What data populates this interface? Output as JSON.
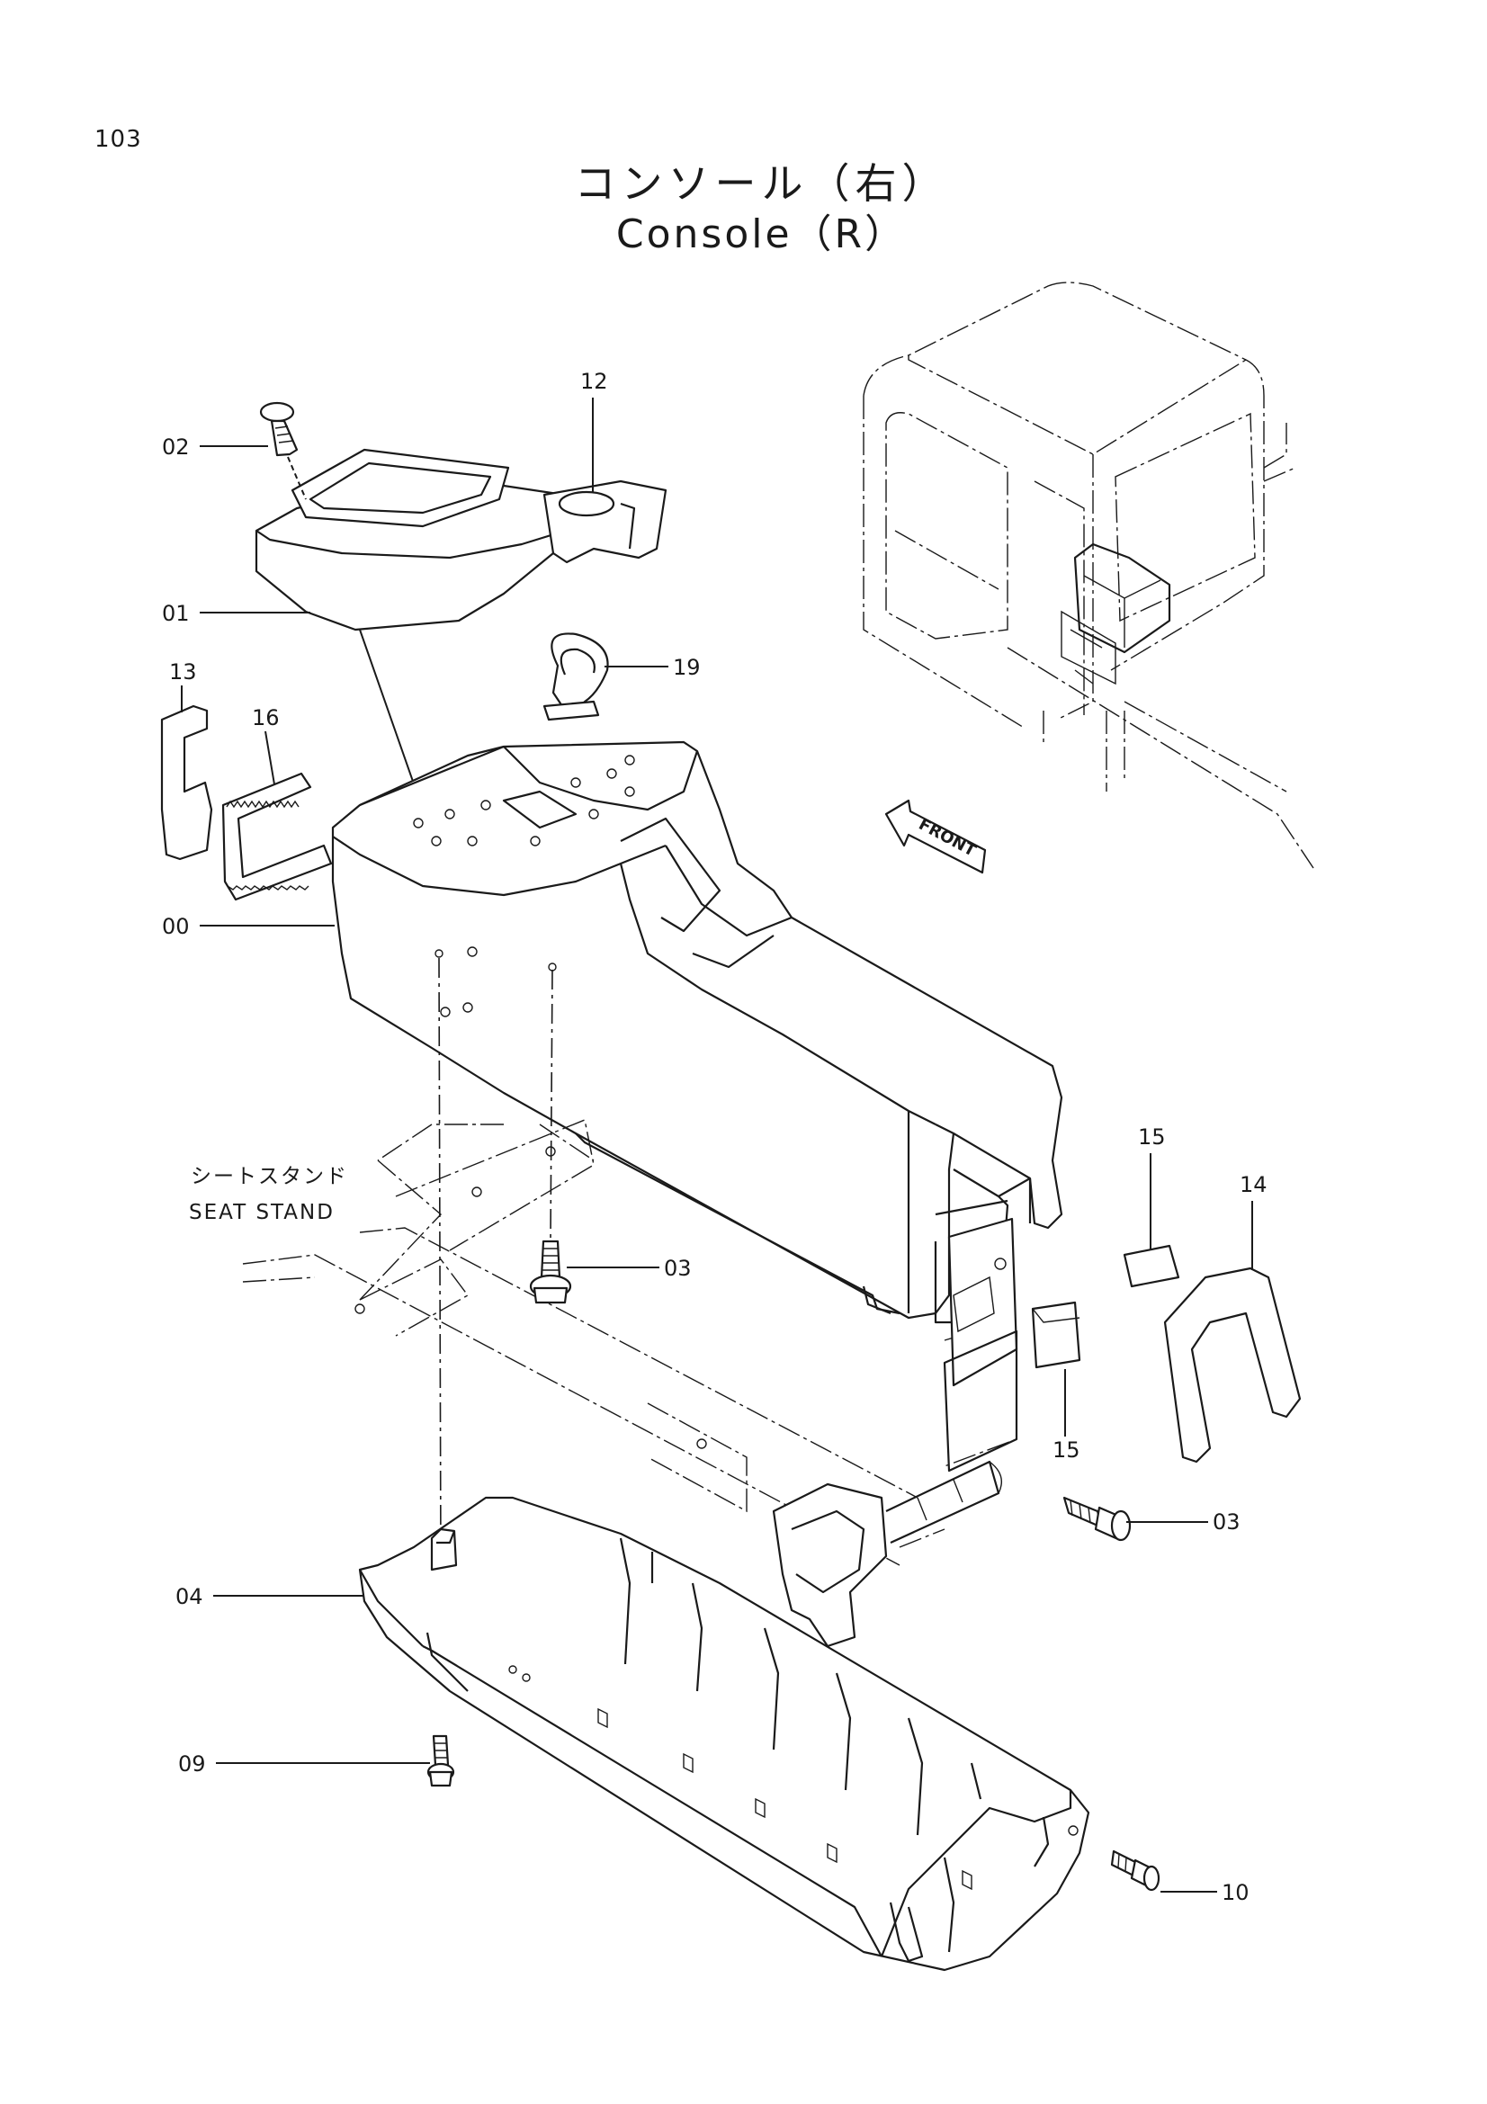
{
  "page_number": "103",
  "title_jp": "コンソール（右）",
  "title_en": "Console（R）",
  "seat_stand_jp": "シートスタンド",
  "seat_stand_en": "SEAT STAND",
  "front_label": "FRONT",
  "callouts": {
    "p00": "00",
    "p01": "01",
    "p02": "02",
    "p03a": "03",
    "p03b": "03",
    "p04": "04",
    "p09": "09",
    "p10": "10",
    "p12": "12",
    "p13": "13",
    "p14": "14",
    "p15a": "15",
    "p15b": "15",
    "p16": "16",
    "p19": "19"
  }
}
